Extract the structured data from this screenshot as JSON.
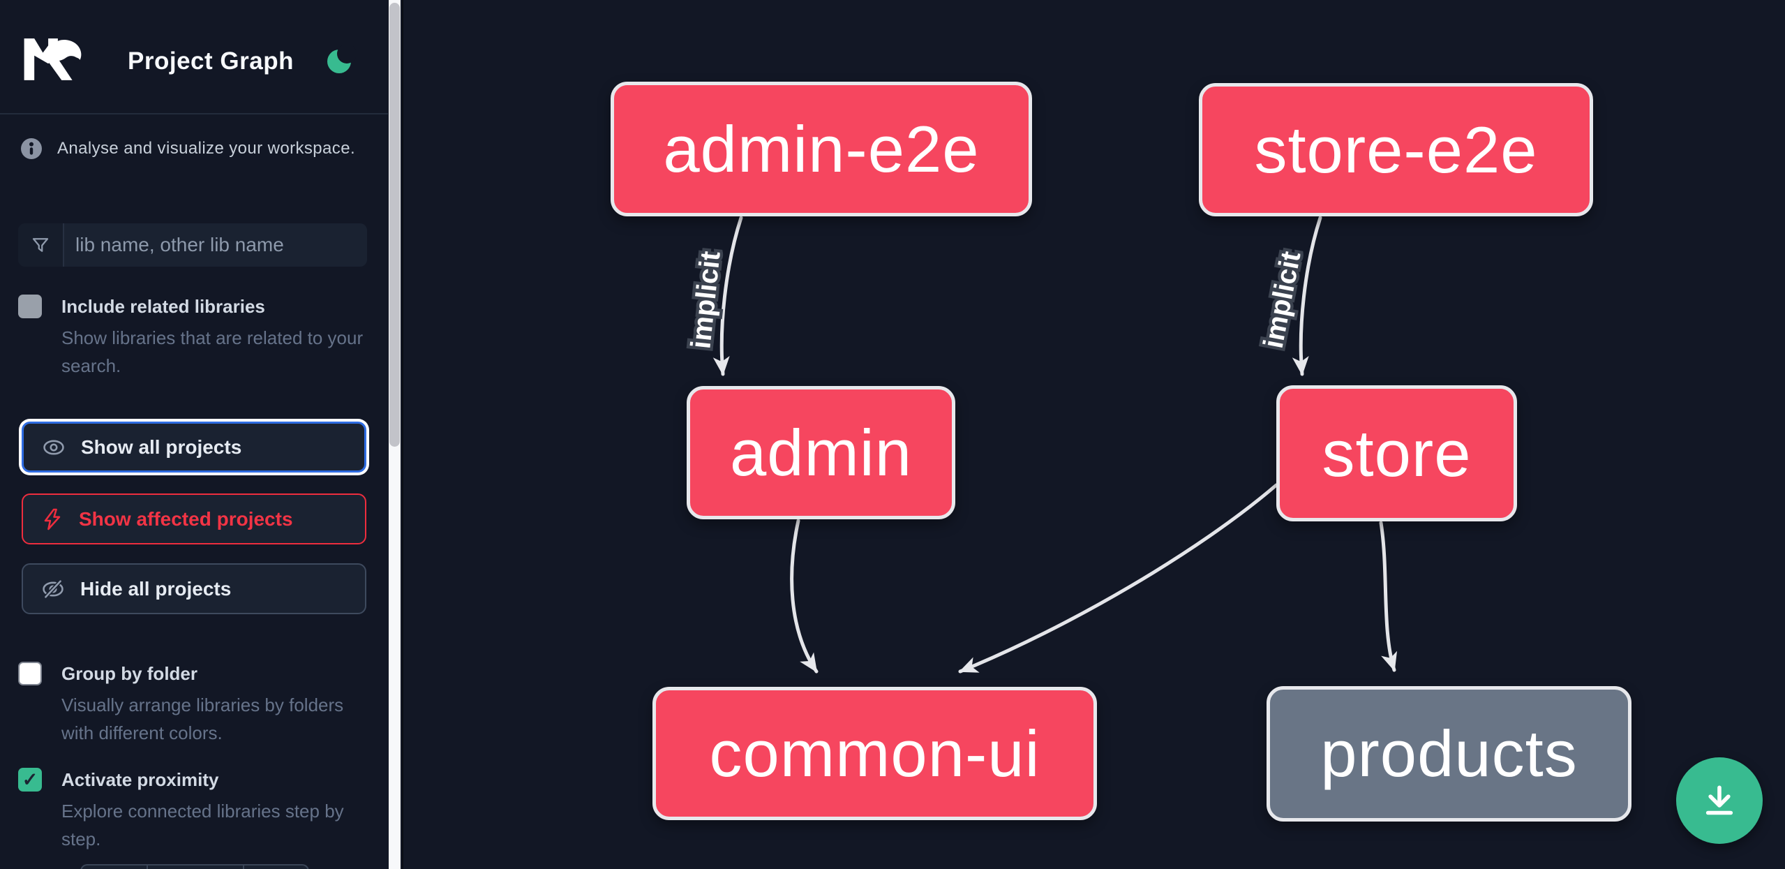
{
  "header": {
    "title": "Project Graph",
    "logo": "nx-logo",
    "theme_icon": "moon-icon"
  },
  "sidebar": {
    "info_text": "Analyse and visualize your workspace.",
    "search": {
      "icon": "filter-icon",
      "placeholder": "lib name, other lib name",
      "value": ""
    },
    "toggles": [
      {
        "label": "Include related libraries",
        "description": "Show libraries that are related to your search.",
        "checked": false
      },
      {
        "label": "Group by folder",
        "description": "Visually arrange libraries by folders with different colors.",
        "checked": false
      },
      {
        "label": "Activate proximity",
        "description": "Explore connected libraries step by step.",
        "checked": true
      }
    ],
    "actions": [
      {
        "label": "Show all projects",
        "icon": "eye-icon",
        "state": "focused"
      },
      {
        "label": "Show affected projects",
        "icon": "lightning-icon",
        "state": "danger"
      },
      {
        "label": "Hide all projects",
        "icon": "eye-off-icon",
        "state": "default"
      }
    ]
  },
  "graph": {
    "nodes": [
      {
        "label": "admin-e2e",
        "color": "pink"
      },
      {
        "label": "store-e2e",
        "color": "pink"
      },
      {
        "label": "admin",
        "color": "pink"
      },
      {
        "label": "store",
        "color": "pink"
      },
      {
        "label": "common-ui",
        "color": "pink"
      },
      {
        "label": "products",
        "color": "gray"
      }
    ],
    "edges": [
      {
        "from": "admin-e2e",
        "to": "admin",
        "label": "implicit"
      },
      {
        "from": "store-e2e",
        "to": "store",
        "label": "implicit"
      },
      {
        "from": "admin",
        "to": "common-ui",
        "label": ""
      },
      {
        "from": "store",
        "to": "common-ui",
        "label": ""
      },
      {
        "from": "store",
        "to": "products",
        "label": ""
      }
    ]
  },
  "fab": {
    "icon": "download-icon"
  },
  "icons": {
    "checkmark": "✓"
  },
  "colors": {
    "background": "#121725",
    "node_pink": "#f6465f",
    "node_gray": "#697586",
    "node_border": "#e7e8ec",
    "edge": "#e4e5e9",
    "accent_green": "#38bb90",
    "focus_blue": "#2e6ce2",
    "danger_red": "#ee2d3e",
    "panel": "#1a2231"
  }
}
